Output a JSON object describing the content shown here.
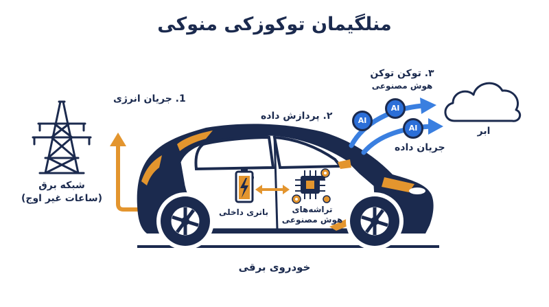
{
  "title": "منلگیمان توکوزکی منوکی",
  "labels": {
    "energy_flow": "1. جریان انرژی",
    "data_processing": "۲. پردازش داده",
    "token_title": "۳. توکن توکن",
    "token_sub": "هوش مصنوعی",
    "cloud": "ابر",
    "data_flow": "جریان داده",
    "grid_line1": "شبکه برق",
    "grid_line2": "(ساعات غیر اوج)",
    "battery": "باتری داخلی",
    "chips_line1": "تراشه‌های",
    "chips_line2": "هوش مصنوعی",
    "vehicle": "خودروی برقی"
  },
  "ai_badges": [
    "AI",
    "AI",
    "AI"
  ],
  "colors": {
    "navy": "#1b2a4e",
    "orange": "#e3952e",
    "blue": "#3a7fe0",
    "badge": "#2c6fd8"
  }
}
